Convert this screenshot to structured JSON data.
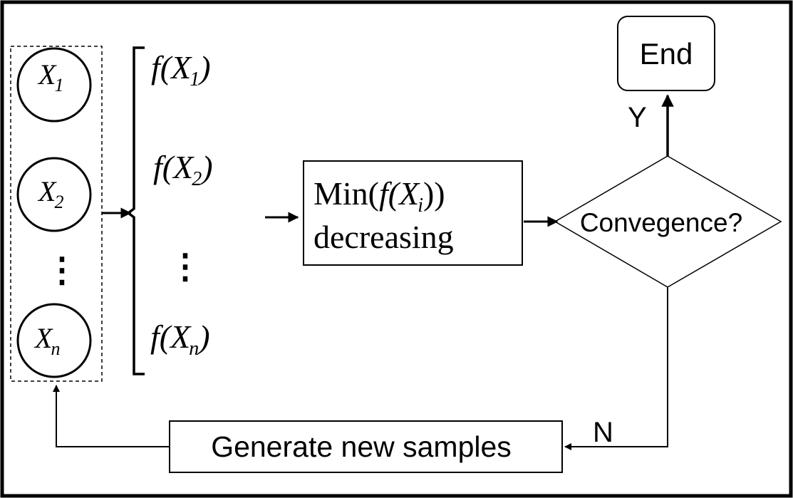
{
  "samples": {
    "x1": {
      "base": "X",
      "sub": "1"
    },
    "x2": {
      "base": "X",
      "sub": "2"
    },
    "xn": {
      "base": "X",
      "sub": "n"
    },
    "ellipsis": "⋮"
  },
  "functions": {
    "f1": {
      "pre": "f(X",
      "sub": "1",
      "post": ")"
    },
    "f2": {
      "pre": "f(X",
      "sub": "2",
      "post": ")"
    },
    "fn": {
      "pre": "f(X",
      "sub": "n",
      "post": ")"
    },
    "ellipsis": "⋮"
  },
  "min_box": {
    "line1_pre": "Min(",
    "line1_f": "f(X",
    "line1_sub": "i",
    "line1_post": "))",
    "line2": "decreasing"
  },
  "decision": {
    "label": "Convegence?",
    "yes": "Y",
    "no": "N"
  },
  "end_box": {
    "label": "End"
  },
  "generate_box": {
    "label": "Generate new samples"
  }
}
